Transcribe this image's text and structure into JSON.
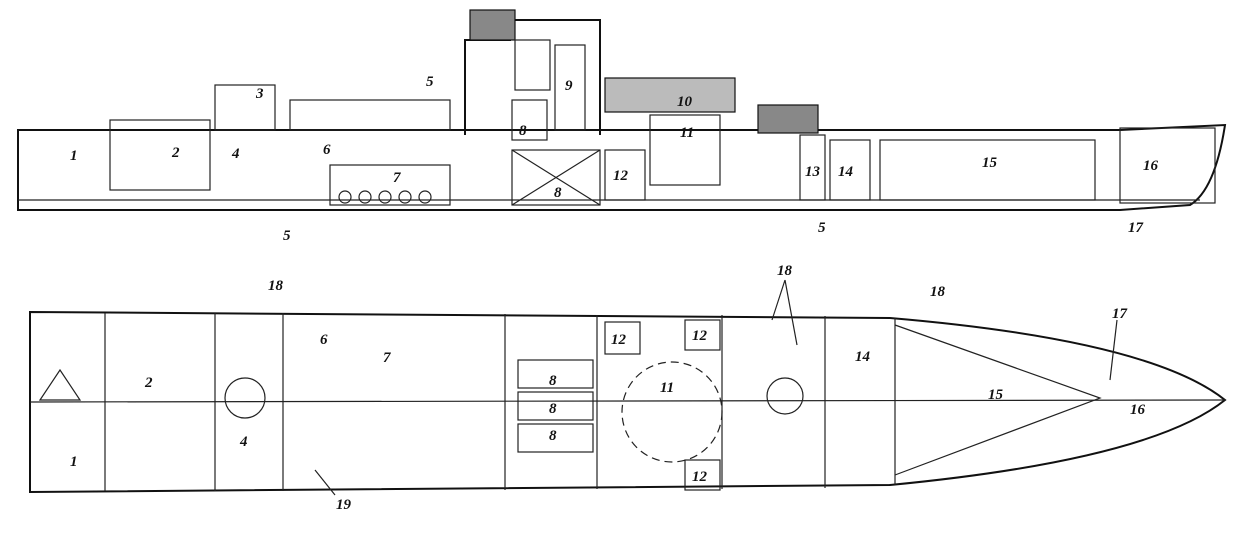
{
  "side_view": {
    "labels": [
      "1",
      "2",
      "3",
      "4",
      "5",
      "6",
      "7",
      "8",
      "8",
      "9",
      "10",
      "11",
      "12",
      "13",
      "14",
      "15",
      "16",
      "17",
      "5",
      "5"
    ]
  },
  "plan_view": {
    "labels": [
      "1",
      "2",
      "4",
      "6",
      "7",
      "8",
      "8",
      "8",
      "11",
      "12",
      "12",
      "12",
      "14",
      "15",
      "16",
      "17",
      "18",
      "18",
      "18",
      "19"
    ]
  }
}
